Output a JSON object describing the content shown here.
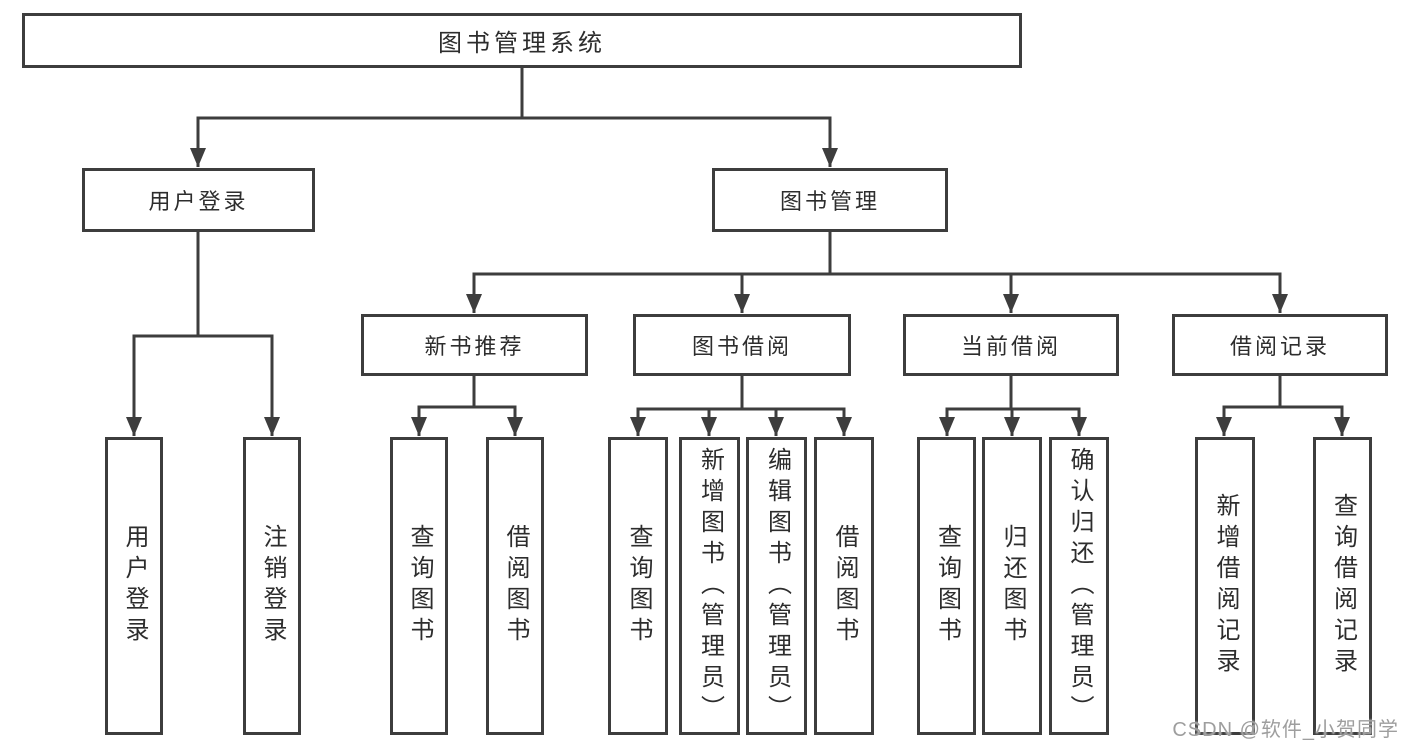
{
  "diagram": {
    "root": {
      "label": "图书管理系统",
      "children": [
        {
          "label": "用户登录",
          "children": [
            {
              "label": "用户登录"
            },
            {
              "label": "注销登录"
            }
          ]
        },
        {
          "label": "图书管理",
          "children": [
            {
              "label": "新书推荐",
              "children": [
                {
                  "label": "查询图书"
                },
                {
                  "label": "借阅图书"
                }
              ]
            },
            {
              "label": "图书借阅",
              "children": [
                {
                  "label": "查询图书"
                },
                {
                  "label": "新增图书（管理员）"
                },
                {
                  "label": "编辑图书（管理员）"
                },
                {
                  "label": "借阅图书"
                }
              ]
            },
            {
              "label": "当前借阅",
              "children": [
                {
                  "label": "查询图书"
                },
                {
                  "label": "归还图书"
                },
                {
                  "label": "确认归还（管理员）"
                }
              ]
            },
            {
              "label": "借阅记录",
              "children": [
                {
                  "label": "新增借阅记录"
                },
                {
                  "label": "查询借阅记录"
                }
              ]
            }
          ]
        }
      ]
    }
  },
  "watermark": "CSDN @软件_小贺同学",
  "colors": {
    "line": "#3d3d3d",
    "text": "#2d2d2d",
    "watermark": "#9e9e9e",
    "background": "#ffffff"
  }
}
